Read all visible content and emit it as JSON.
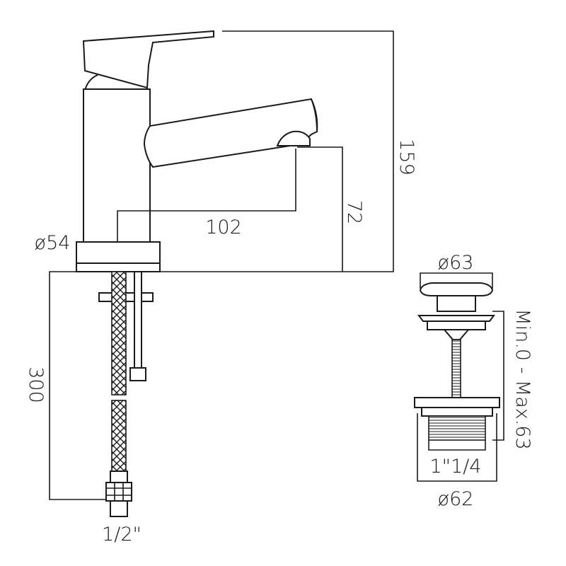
{
  "tap": {
    "height_label": "159",
    "spout_height_label": "72",
    "spout_reach_label": "102",
    "base_diameter_label": "ø54",
    "hose_length_label": "300",
    "connector_label": "1/2\""
  },
  "waste": {
    "top_diameter_label": "ø63",
    "bottom_diameter_label": "ø62",
    "thread_label": "1\"1/4",
    "range_label": "Min.0 - Max.63"
  }
}
